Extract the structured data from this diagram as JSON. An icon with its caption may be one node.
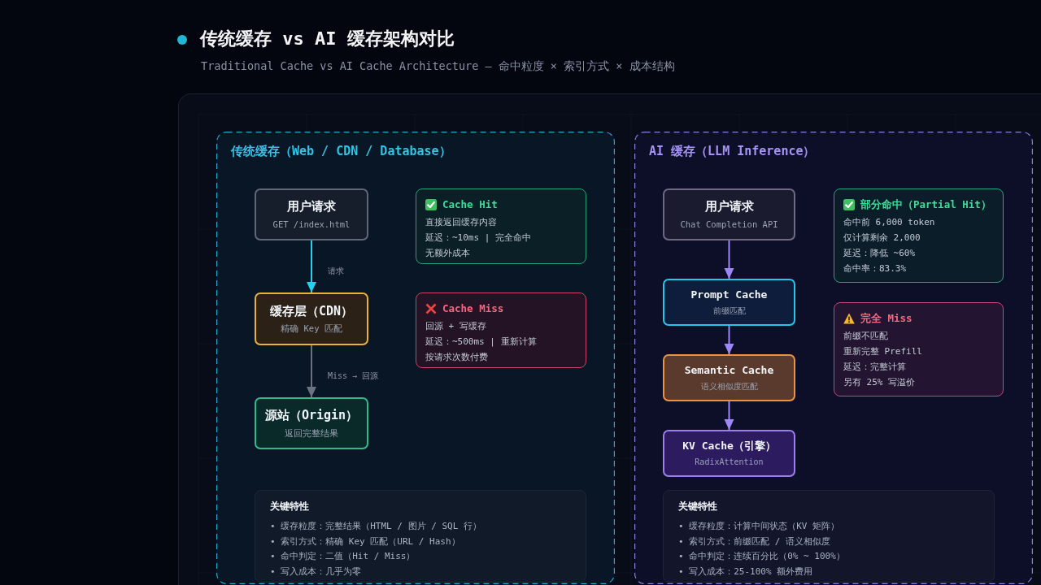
{
  "diagram": {
    "title": "传统缓存 vs AI 缓存架构对比",
    "nodes": [
      {
        "text": [
          "传统缓存（Web / CDN / Database）"
        ]
      },
      {
        "text": [
          "用户请求",
          "GET /index.html"
        ],
        "in": 0
      },
      {
        "text": [
          "Cache Hit",
          "直接返回缓存内容",
          "延迟：~10ms | 完全命中",
          "无额外成本"
        ],
        "in": 0
      },
      {
        "text": [
          "缓存层（CDN）",
          "精确 Key 匹配"
        ],
        "in": 0
      },
      {
        "text": [
          "Cache Miss",
          "回源 + 写缓存",
          "延迟：~500ms | 重新计算",
          "按请求次数付费"
        ],
        "in": 0
      },
      {
        "text": [
          "源站（Origin）",
          "返回完整结果"
        ],
        "in": 0
      },
      {
        "text": [
          "关键特性",
          "• 缓存粒度：完整结果（HTML / 图片 / SQL 行）",
          "• 索引方式：精确 Key 匹配（URL / Hash）",
          "• 命中判定：二值（Hit / Miss）",
          "• 写入成本：几乎为零"
        ],
        "in": 0
      },
      {
        "text": [
          "AI 缓存（LLM Inference）"
        ]
      },
      {
        "text": [
          "用户请求",
          "Chat Completion API"
        ],
        "in": 7
      },
      {
        "text": [
          "部分命中（Partial Hit）",
          "命中前 6,000 token",
          "仅计算剩余 2,000",
          "延迟：降低 ~60%",
          "命中率：83.3%"
        ],
        "in": 7
      },
      {
        "text": [
          "Prompt Cache",
          "前缀匹配"
        ],
        "in": 7
      },
      {
        "text": [
          "完全 Miss",
          "前缀不匹配",
          "重新完整 Prefill",
          "延迟：完整计算",
          "另有 25% 写溢价"
        ],
        "in": 7
      },
      {
        "text": [
          "Semantic Cache",
          "语义相似度匹配"
        ],
        "in": 7
      },
      {
        "text": [
          "KV Cache（引擎）",
          "RadixAttention"
        ],
        "in": 7
      },
      {
        "text": [
          "关键特性",
          "• 缓存粒度：计算中间状态（KV 矩阵）",
          "• 索引方式：前缀匹配 / 语义相似度",
          "• 命中判定：连续百分比（0% ~ 100%）",
          "• 写入成本：25-100% 额外费用"
        ],
        "in": 7
      }
    ],
    "edges": [
      {
        "from": 1,
        "to": 3,
        "arrow": "to",
        "label": "请求",
        "color": "#22d3ee"
      },
      {
        "from": 3,
        "to": 5,
        "arrow": "to",
        "label": "Miss → 回源",
        "color": "#6b7280"
      },
      {
        "from": 8,
        "to": 10,
        "arrow": "to"
      },
      {
        "from": 10,
        "to": 12,
        "arrow": "to"
      },
      {
        "from": 12,
        "to": 13,
        "arrow": "to"
      }
    ],
    "labels": [
      "Traditional Cache vs AI Cache Architecture — 命中粒度 × 索引方式 × 成本结构"
    ]
  }
}
